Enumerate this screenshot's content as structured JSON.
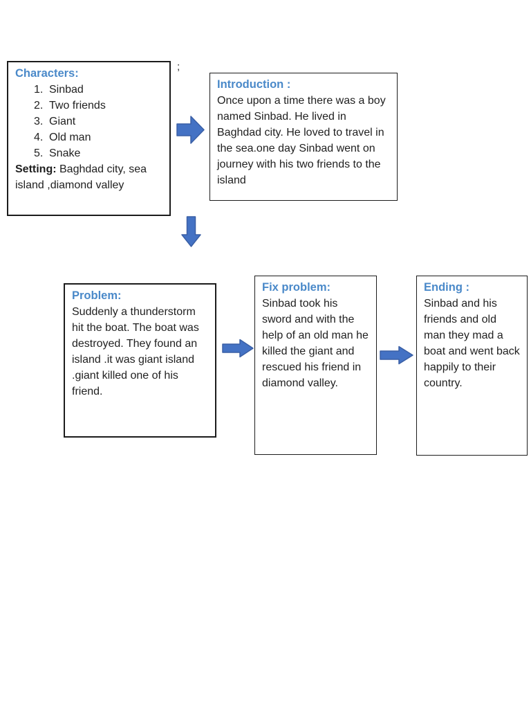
{
  "colors": {
    "heading_blue": "#4a89c9",
    "arrow_fill": "#4472c4",
    "arrow_stroke": "#3a5fa5",
    "box_border": "#1b1b1b",
    "text": "#1f1f1f",
    "page_background": "#ffffff"
  },
  "stray_semicolon": ";",
  "boxes": {
    "characters": {
      "title": "Characters:",
      "items": [
        {
          "number": "1.",
          "label": "Sinbad"
        },
        {
          "number": "2.",
          "label": "Two friends"
        },
        {
          "number": "3.",
          "label": "Giant"
        },
        {
          "number": "4.",
          "label": "Old man"
        },
        {
          "number": "5.",
          "label": "Snake"
        }
      ],
      "setting_label": "Setting:",
      "setting_text": " Baghdad city, sea island ,diamond valley"
    },
    "introduction": {
      "title": "Introduction :",
      "body": "Once upon a time there was a boy named Sinbad. He lived in Baghdad city. He loved to travel in the sea.one day Sinbad went on journey with his two friends to the island"
    },
    "problem": {
      "title": "Problem:",
      "body": "Suddenly a thunderstorm hit the boat. The boat was destroyed. They found an island .it was giant island .giant killed one of his friend."
    },
    "fix_problem": {
      "title": "Fix problem:",
      "body": "Sinbad took his sword and with the help of an old man he killed the giant and rescued his friend in diamond valley."
    },
    "ending": {
      "title": "Ending :",
      "body": "Sinbad and his friends and old man they mad a boat and went back happily to their country."
    }
  },
  "arrows": [
    {
      "name": "characters-to-introduction",
      "direction": "right"
    },
    {
      "name": "introduction-to-bottom-row",
      "direction": "down"
    },
    {
      "name": "problem-to-fix-problem",
      "direction": "right"
    },
    {
      "name": "fix-problem-to-ending",
      "direction": "right"
    }
  ]
}
